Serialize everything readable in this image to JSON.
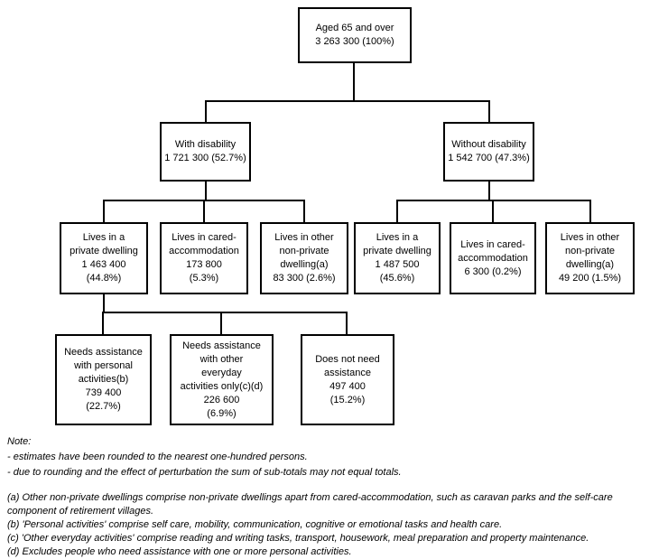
{
  "diagram": {
    "description": "Population tree: Aged 65 and over by disability status, dwelling type and need for assistance",
    "colors": {
      "box_border": "#000000",
      "text": "#000000",
      "background": "#ffffff"
    }
  },
  "boxes": {
    "root": {
      "lines": [
        "Aged 65 and over",
        "3 263 300 (100%)"
      ]
    },
    "with_disability": {
      "lines": [
        "With disability",
        "1 721 300 (52.7%)"
      ]
    },
    "without_disability": {
      "lines": [
        "Without disability",
        "1 542 700 (47.3%)"
      ]
    },
    "wd_private": {
      "lines": [
        "Lives in a",
        "private dwelling",
        "1 463 400",
        "(44.8%)"
      ]
    },
    "wd_cared": {
      "lines": [
        "Lives in cared-",
        "accommodation",
        "173 800",
        "(5.3%)"
      ]
    },
    "wd_other": {
      "lines": [
        "Lives in other",
        "non-private",
        "dwelling(a)",
        "83 300 (2.6%)"
      ]
    },
    "wod_private": {
      "lines": [
        "Lives in a",
        "private dwelling",
        "1 487 500",
        "(45.6%)"
      ]
    },
    "wod_cared": {
      "lines": [
        "Lives in cared-",
        "accommodation",
        "6 300 (0.2%)"
      ]
    },
    "wod_other": {
      "lines": [
        "Lives in other",
        "non-private",
        "dwelling(a)",
        "49 200 (1.5%)"
      ]
    },
    "assist_personal": {
      "lines": [
        "Needs assistance",
        "with personal",
        "activities(b)",
        "739 400",
        "(22.7%)"
      ]
    },
    "assist_other": {
      "lines": [
        "Needs assistance",
        "with other",
        "everyday",
        "activities only(c)(d)",
        "226 600",
        "(6.9%)"
      ]
    },
    "no_assist": {
      "lines": [
        "Does not need",
        "assistance",
        "497 400",
        "(15.2%)"
      ]
    }
  },
  "notes": {
    "title": "Note:",
    "items": [
      "- estimates have been rounded to the nearest one-hundred persons.",
      "- due to rounding and the effect of perturbation the sum of sub-totals may not equal totals."
    ]
  },
  "footnotes": [
    "(a) Other non-private dwellings comprise non-private dwellings apart from cared-accommodation, such as caravan parks and the self-care component of retirement villages.",
    "(b) 'Personal activities' comprise self care, mobility, communication, cognitive or emotional tasks and health care.",
    "(c) 'Other everyday activities' comprise reading and writing tasks, transport, housework, meal preparation and property maintenance.",
    "(d) Excludes people who need assistance with one or more personal activities."
  ]
}
